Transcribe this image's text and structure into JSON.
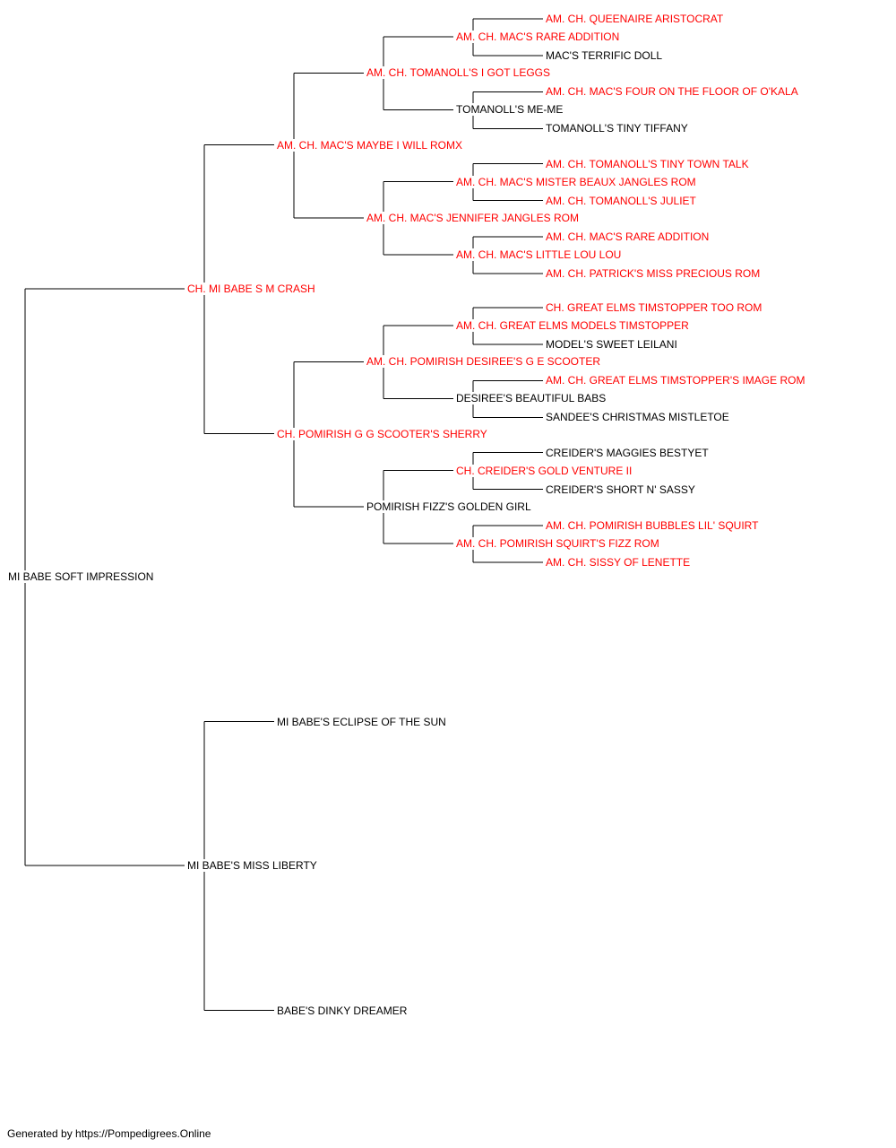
{
  "colors": {
    "champion": "#ff0000",
    "normal": "#000000",
    "line": "#000000"
  },
  "pedigree": {
    "name": "MI BABE SOFT IMPRESSION",
    "champion": false,
    "sire": {
      "name": "CH. MI BABE S M CRASH",
      "champion": true,
      "sire": {
        "name": "AM. CH. MAC'S MAYBE I WILL ROMX",
        "champion": true,
        "sire": {
          "name": "AM. CH. TOMANOLL'S I GOT LEGGS",
          "champion": true,
          "sire": {
            "name": "AM. CH. MAC'S RARE ADDITION",
            "champion": true,
            "sire": {
              "name": "AM. CH. QUEENAIRE ARISTOCRAT",
              "champion": true
            },
            "dam": {
              "name": "MAC'S TERRIFIC DOLL",
              "champion": false
            }
          },
          "dam": {
            "name": "TOMANOLL'S ME-ME",
            "champion": false,
            "sire": {
              "name": "AM. CH. MAC'S FOUR ON THE FLOOR OF O'KALA",
              "champion": true
            },
            "dam": {
              "name": "TOMANOLL'S TINY TIFFANY",
              "champion": false
            }
          }
        },
        "dam": {
          "name": "AM. CH. MAC'S JENNIFER JANGLES ROM",
          "champion": true,
          "sire": {
            "name": "AM. CH. MAC'S MISTER BEAUX JANGLES ROM",
            "champion": true,
            "sire": {
              "name": "AM. CH. TOMANOLL'S TINY TOWN TALK",
              "champion": true
            },
            "dam": {
              "name": "AM. CH. TOMANOLL'S JULIET",
              "champion": true
            }
          },
          "dam": {
            "name": "AM. CH. MAC'S LITTLE LOU LOU",
            "champion": true,
            "sire": {
              "name": "AM. CH. MAC'S RARE ADDITION",
              "champion": true
            },
            "dam": {
              "name": "AM. CH. PATRICK'S MISS PRECIOUS ROM",
              "champion": true
            }
          }
        }
      },
      "dam": {
        "name": "CH. POMIRISH G G SCOOTER'S SHERRY",
        "champion": true,
        "sire": {
          "name": "AM. CH. POMIRISH DESIREE'S G E SCOOTER",
          "champion": true,
          "sire": {
            "name": "AM. CH. GREAT ELMS MODELS TIMSTOPPER",
            "champion": true,
            "sire": {
              "name": "CH. GREAT ELMS TIMSTOPPER TOO ROM",
              "champion": true
            },
            "dam": {
              "name": "MODEL'S SWEET LEILANI",
              "champion": false
            }
          },
          "dam": {
            "name": "DESIREE'S BEAUTIFUL BABS",
            "champion": false,
            "sire": {
              "name": "AM. CH. GREAT ELMS TIMSTOPPER'S IMAGE ROM",
              "champion": true
            },
            "dam": {
              "name": "SANDEE'S CHRISTMAS MISTLETOE",
              "champion": false
            }
          }
        },
        "dam": {
          "name": "POMIRISH FIZZ'S GOLDEN GIRL",
          "champion": false,
          "sire": {
            "name": "CH. CREIDER'S GOLD VENTURE II",
            "champion": true,
            "sire": {
              "name": "CREIDER'S MAGGIES BESTYET",
              "champion": false
            },
            "dam": {
              "name": "CREIDER'S SHORT N' SASSY",
              "champion": false
            }
          },
          "dam": {
            "name": "AM. CH. POMIRISH SQUIRT'S FIZZ ROM",
            "champion": true,
            "sire": {
              "name": "AM. CH. POMIRISH BUBBLES LIL' SQUIRT",
              "champion": true
            },
            "dam": {
              "name": "AM. CH. SISSY OF LENETTE",
              "champion": true
            }
          }
        }
      }
    },
    "dam": {
      "name": "MI BABE'S MISS LIBERTY",
      "champion": false,
      "sire": {
        "name": "MI BABE'S ECLIPSE OF THE SUN",
        "champion": false
      },
      "dam": {
        "name": "BABE'S DINKY DREAMER",
        "champion": false
      }
    }
  },
  "footer": {
    "text": "Generated by https://Pompedigrees.Online"
  }
}
